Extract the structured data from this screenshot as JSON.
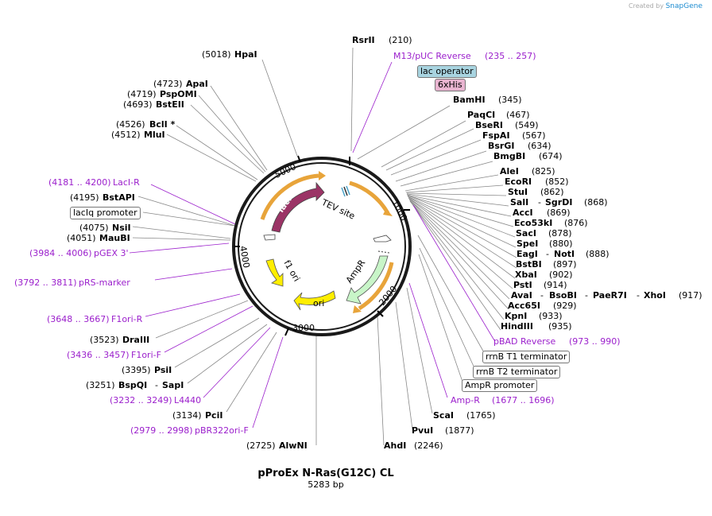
{
  "credit": {
    "text": "Created by",
    "brand": "SnapGene"
  },
  "plasmid": {
    "name": "pProEx N-Ras(G12C) CL",
    "length": "5283 bp"
  },
  "ticks": [
    "1000",
    "2000",
    "3000",
    "4000",
    "5000"
  ],
  "features": {
    "lacI": "lacI",
    "tev": "TEV site",
    "ampr": "AmpR",
    "f1ori": "f1 ori",
    "ori": "ori"
  },
  "boxed": {
    "lac_operator": "lac operator",
    "his": "6xHis",
    "laciq": "lacIq promoter",
    "rrnb_t1": "rrnB T1 terminator",
    "rrnb_t2": "rrnB T2 terminator",
    "ampr_promoter": "AmpR promoter"
  },
  "right_labels": {
    "rsrii": {
      "name": "RsrII",
      "pos": "(210)"
    },
    "m13": {
      "name": "M13/pUC Reverse",
      "pos": "(235 .. 257)"
    },
    "bamhi": {
      "name": "BamHI",
      "pos": "(345)"
    },
    "paqci": {
      "name": "PaqCI",
      "pos": "(467)"
    },
    "bseri": {
      "name": "BseRI",
      "pos": "(549)"
    },
    "fspai": {
      "name": "FspAI",
      "pos": "(567)"
    },
    "bsrgi": {
      "name": "BsrGI",
      "pos": "(634)"
    },
    "bmgbi": {
      "name": "BmgBI",
      "pos": "(674)"
    },
    "alei": {
      "name": "AleI",
      "pos": "(825)"
    },
    "ecori": {
      "name": "EcoRI",
      "pos": "(852)"
    },
    "stui": {
      "name": "StuI",
      "pos": "(862)"
    },
    "sali": {
      "name": "SalI",
      "sep": "-",
      "name2": "SgrDI",
      "pos": "(868)"
    },
    "acci": {
      "name": "AccI",
      "pos": "(869)"
    },
    "eco53ki": {
      "name": "Eco53kI",
      "pos": "(876)"
    },
    "saci": {
      "name": "SacI",
      "pos": "(878)"
    },
    "spei": {
      "name": "SpeI",
      "pos": "(880)"
    },
    "eagi": {
      "name": "EagI",
      "sep": "-",
      "name2": "NotI",
      "pos": "(888)"
    },
    "bstbi": {
      "name": "BstBI",
      "pos": "(897)"
    },
    "xbai": {
      "name": "XbaI",
      "pos": "(902)"
    },
    "psti": {
      "name": "PstI",
      "pos": "(914)"
    },
    "avai": {
      "name": "AvaI",
      "sep": "-",
      "name2": "BsoBI",
      "sep2": "-",
      "name3": "PaeR7I",
      "sep3": "-",
      "name4": "XhoI",
      "pos": "(917)"
    },
    "acc65i": {
      "name": "Acc65I",
      "pos": "(929)"
    },
    "kpni": {
      "name": "KpnI",
      "pos": "(933)"
    },
    "hindiii": {
      "name": "HindIII",
      "pos": "(935)"
    },
    "pbad": {
      "name": "pBAD Reverse",
      "pos": "(973 .. 990)"
    },
    "ampr_r": {
      "name": "Amp-R",
      "pos": "(1677 .. 1696)"
    },
    "scai": {
      "name": "ScaI",
      "pos": "(1765)"
    },
    "pvui": {
      "name": "PvuI",
      "pos": "(1877)"
    },
    "ahdi": {
      "name": "AhdI",
      "pos": "(2246)"
    }
  },
  "left_labels": {
    "hpai": {
      "pos": "(5018)",
      "name": "HpaI"
    },
    "apai": {
      "pos": "(4723)",
      "name": "ApaI"
    },
    "pspomi": {
      "pos": "(4719)",
      "name": "PspOMI"
    },
    "bsteii": {
      "pos": "(4693)",
      "name": "BstEII"
    },
    "bcli": {
      "pos": "(4526)",
      "name": "BclI *"
    },
    "mlui": {
      "pos": "(4512)",
      "name": "MluI"
    },
    "laci_r": {
      "pos": "(4181 .. 4200)",
      "name": "LacI-R"
    },
    "bstapi": {
      "pos": "(4195)",
      "name": "BstAPI"
    },
    "nsii": {
      "pos": "(4075)",
      "name": "NsiI"
    },
    "maubi": {
      "pos": "(4051)",
      "name": "MauBI"
    },
    "pgex3": {
      "pos": "(3984 .. 4006)",
      "name": "pGEX 3'"
    },
    "prs": {
      "pos": "(3792 .. 3811)",
      "name": "pRS-marker"
    },
    "f1ori_r": {
      "pos": "(3648 .. 3667)",
      "name": "F1ori-R"
    },
    "draiii": {
      "pos": "(3523)",
      "name": "DraIII"
    },
    "f1ori_f": {
      "pos": "(3436 .. 3457)",
      "name": "F1ori-F"
    },
    "psii": {
      "pos": "(3395)",
      "name": "PsiI"
    },
    "bspqi": {
      "pos": "(3251)",
      "name": "BspQI",
      "sep": "-",
      "name2": "SapI"
    },
    "l4440": {
      "pos": "(3232 .. 3249)",
      "name": "L4440"
    },
    "pcii": {
      "pos": "(3134)",
      "name": "PciI"
    },
    "pbr322": {
      "pos": "(2979 .. 2998)",
      "name": "pBR322ori-F"
    },
    "alwni": {
      "pos": "(2725)",
      "name": "AlwNI"
    }
  },
  "colors": {
    "lacI": "#9b3466",
    "ampr": "#c8f5c8",
    "ori": "#ffee00",
    "f1ori": "#ffee00",
    "orf_orange": "#e8a43a",
    "primer": "#9b1fcc",
    "lac_operator_fill": "#a8d4e0",
    "his_fill": "#e8b4d0"
  }
}
